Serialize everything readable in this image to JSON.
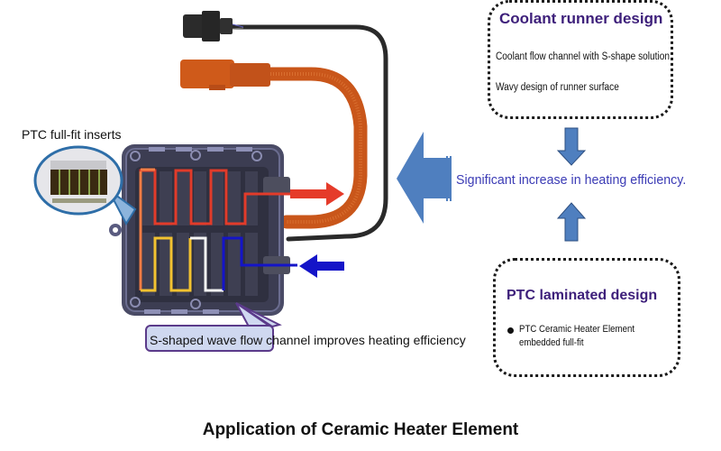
{
  "title": "Application of Ceramic Heater Element",
  "coolant_box": {
    "title": "Coolant runner design",
    "lines": [
      "Coolant flow channel with S-shape solution",
      "Wavy design of runner surface"
    ]
  },
  "center_statement": "Significant increase in heating efficiency.",
  "ptc_box": {
    "title": "PTC laminated design",
    "bullets": [
      "PTC Ceramic Heater Element",
      "embedded full-fit"
    ]
  },
  "labels": {
    "ptc_inserts": "PTC full-fit inserts",
    "callout_highlight": "S-shaped wave flow channel",
    "callout_rest": " improves heating efficiency"
  },
  "colors": {
    "arrow_blue": "#4f7fbf",
    "hot_flow": "#e23b2a",
    "cold_flow": "#1414c8",
    "cable_orange": "#cf5a1a",
    "title_purple": "#3d1f7a",
    "statement_blue": "#3b3bb5",
    "callout_fill": "#cfd8f0",
    "callout_border": "#5b3a8a"
  }
}
